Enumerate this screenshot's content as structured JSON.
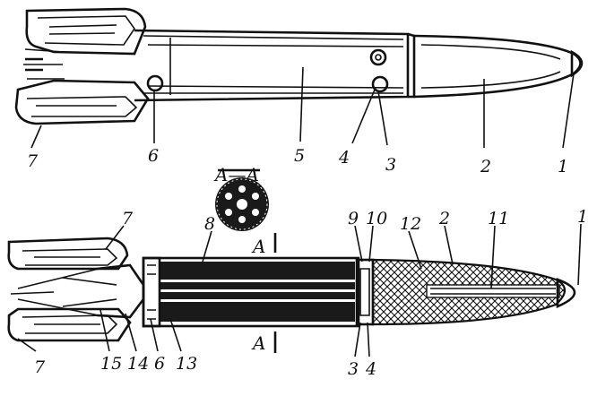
{
  "section_label": "A—A",
  "section_marks": [
    "A",
    "A"
  ],
  "top_labels": [
    "7",
    "6",
    "5",
    "4",
    "3",
    "2",
    "1"
  ],
  "bottom_labels": [
    "7",
    "8",
    "9",
    "10",
    "12",
    "2",
    "11",
    "1",
    "7",
    "15",
    "14",
    "6",
    "13",
    "3",
    "4"
  ],
  "colors": {
    "ink": "#111111",
    "paper": "#ffffff"
  }
}
